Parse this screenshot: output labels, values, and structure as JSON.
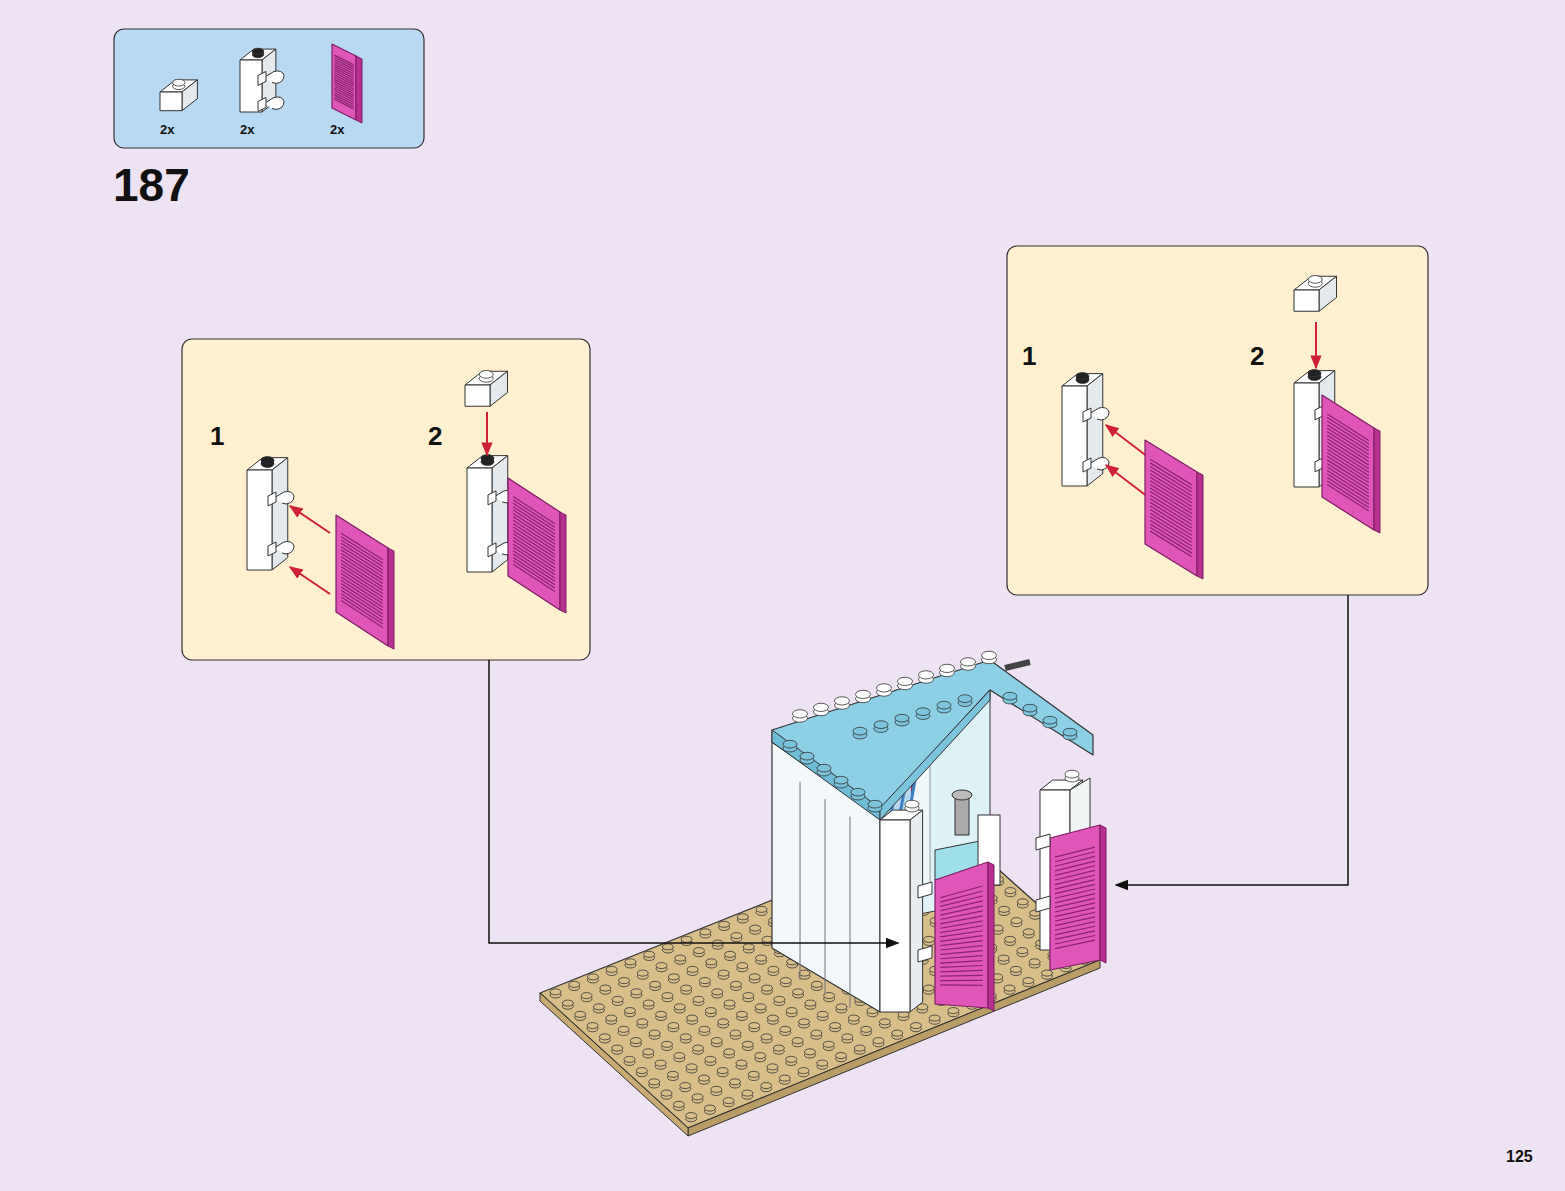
{
  "diagram": {
    "title": "187",
    "nodes": [
      {
        "text": [
          "2x",
          "2x",
          "2x"
        ]
      },
      {
        "text": [
          "1",
          "2"
        ]
      },
      {
        "text": [
          "1",
          "2"
        ]
      }
    ],
    "edges": [],
    "labels": [
      "125"
    ]
  }
}
